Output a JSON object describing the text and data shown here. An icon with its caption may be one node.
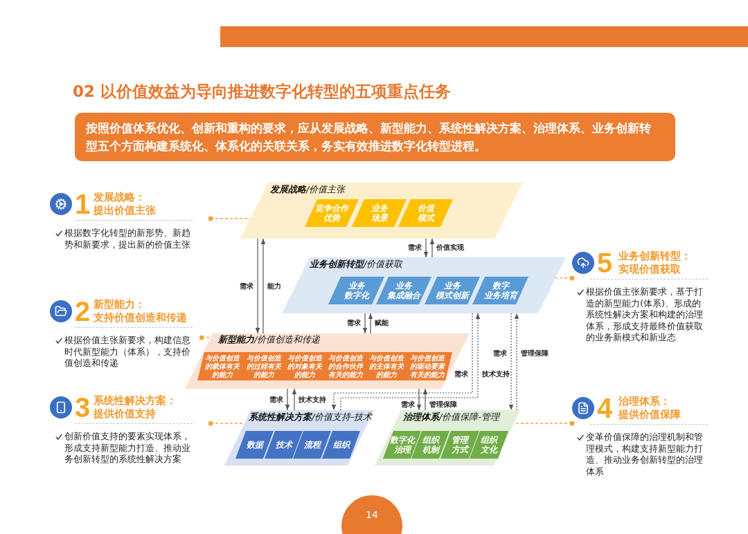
{
  "diagram": {
    "title": "02 以价值效益为导向推进数字化转型的五项重点任务",
    "nodes": [
      {
        "text": [
          "按照价值体系优化、创新和重构的要求，应从发展战略、新型能力、系统性解决方案、治理体系、业务创新转型五个方面构建系统化、体系化的关联关系，务实有效推进数字化转型进程。"
        ]
      },
      {
        "text": [
          "1",
          "发展战略：提出价值主张",
          "根据数字化转型的新形势、新趋势和新要求，提出新的价值主张"
        ]
      },
      {
        "text": [
          "**发展战略**/价值主张"
        ]
      },
      {
        "text": [
          "竞争合作优势"
        ],
        "in": 2
      },
      {
        "text": [
          "业务场景"
        ],
        "in": 2
      },
      {
        "text": [
          "价值模式"
        ],
        "in": 2
      },
      {
        "text": [
          "5",
          "业务创新转型：实现价值获取",
          "根据价值主张新要求，基于打造的新型能力(体系)、形成的系统性解决方案和构建的治理体系，形成支持最终价值获取的业务新模式和新业态"
        ]
      },
      {
        "text": [
          "**业务创新转型**/价值获取"
        ]
      },
      {
        "text": [
          "业务数字化"
        ],
        "in": 7
      },
      {
        "text": [
          "业务集成融合"
        ],
        "in": 7
      },
      {
        "text": [
          "业务模式创新"
        ],
        "in": 7
      },
      {
        "text": [
          "数字业务培育"
        ],
        "in": 7
      },
      {
        "text": [
          "2",
          "新型能力：支持价值创造和传递",
          "根据价值主张新要求，构建信息时代新型能力（体系），支持价值创造和传递"
        ]
      },
      {
        "text": [
          "**新型能力**/价值创造和传递"
        ]
      },
      {
        "text": [
          "与价值创造的载体有关的能力"
        ],
        "in": 13
      },
      {
        "text": [
          "与价值创造的过程有关的能力"
        ],
        "in": 13
      },
      {
        "text": [
          "与价值创造的对象有关的能力"
        ],
        "in": 13
      },
      {
        "text": [
          "与价值创造的合作伙伴有关的能力"
        ],
        "in": 13
      },
      {
        "text": [
          "与价值创造的主体有关的能力"
        ],
        "in": 13
      },
      {
        "text": [
          "与价值创造的驱动要素有关的能力"
        ],
        "in": 13
      },
      {
        "text": [
          "3",
          "系统性解决方案：提供价值支持",
          "创新价值支持的要素实现体系，形成支持新型能力打造、推动业务创新转型的系统性解决方案"
        ]
      },
      {
        "text": [
          "**系统性解决方案**/价值支持-技术"
        ]
      },
      {
        "text": [
          "数据"
        ],
        "in": 21
      },
      {
        "text": [
          "技术"
        ],
        "in": 21
      },
      {
        "text": [
          "流程"
        ],
        "in": 21
      },
      {
        "text": [
          "组织"
        ],
        "in": 21
      },
      {
        "text": [
          "**治理体系**/价值保障-管理"
        ]
      },
      {
        "text": [
          "数字化治理"
        ],
        "in": 26
      },
      {
        "text": [
          "组织机制"
        ],
        "in": 26
      },
      {
        "text": [
          "管理方式"
        ],
        "in": 26
      },
      {
        "text": [
          "组织文化"
        ],
        "in": 26
      },
      {
        "text": [
          "4",
          "治理体系：提供价值保障",
          "变革价值保障的治理机制和管理模式，构建支持新型能力打造、推动业务创新转型的治理体系"
        ]
      },
      {
        "text": [
          "14"
        ]
      }
    ],
    "edges": [
      {
        "from": 2,
        "to": 13,
        "arrow": "to",
        "label": "需求"
      },
      {
        "from": 13,
        "to": 2,
        "arrow": "to",
        "label": "能力"
      },
      {
        "from": 2,
        "to": 7,
        "arrow": "to",
        "label": "需求"
      },
      {
        "from": 7,
        "to": 2,
        "arrow": "to",
        "label": "价值实现"
      },
      {
        "from": 7,
        "to": 13,
        "arrow": "to",
        "label": "需求"
      },
      {
        "from": 13,
        "to": 7,
        "arrow": "to",
        "label": "赋能"
      },
      {
        "from": 13,
        "to": 21,
        "arrow": "to",
        "label": "需求"
      },
      {
        "from": 21,
        "to": 13,
        "arrow": "to",
        "label": "技术支持"
      },
      {
        "from": 13,
        "to": 26,
        "arrow": "to",
        "label": "需求"
      },
      {
        "from": 26,
        "to": 13,
        "arrow": "to",
        "label": "管理保障"
      },
      {
        "from": 7,
        "to": 21,
        "arrow": "to",
        "label": "需求",
        "style": "dashed"
      },
      {
        "from": 21,
        "to": 7,
        "arrow": "to",
        "label": "技术支持",
        "style": "dashed"
      },
      {
        "from": 7,
        "to": 26,
        "arrow": "to",
        "label": "需求",
        "style": "dashed"
      },
      {
        "from": 26,
        "to": 7,
        "arrow": "to",
        "label": "管理保障",
        "style": "dashed"
      },
      {
        "from": 1,
        "to": 2,
        "arrow": "other",
        "style": "dashed",
        "color": "#f5a33c"
      },
      {
        "from": 6,
        "to": 7,
        "arrow": "other",
        "style": "dashed",
        "color": "#f5a33c"
      },
      {
        "from": 12,
        "to": 13,
        "arrow": "other",
        "style": "dashed",
        "color": "#f5a33c"
      },
      {
        "from": 20,
        "to": 21,
        "arrow": "other",
        "style": "dashed",
        "color": "#f5a33c"
      },
      {
        "from": 31,
        "to": 26,
        "arrow": "other",
        "style": "dashed",
        "color": "#f5a33c"
      }
    ]
  }
}
